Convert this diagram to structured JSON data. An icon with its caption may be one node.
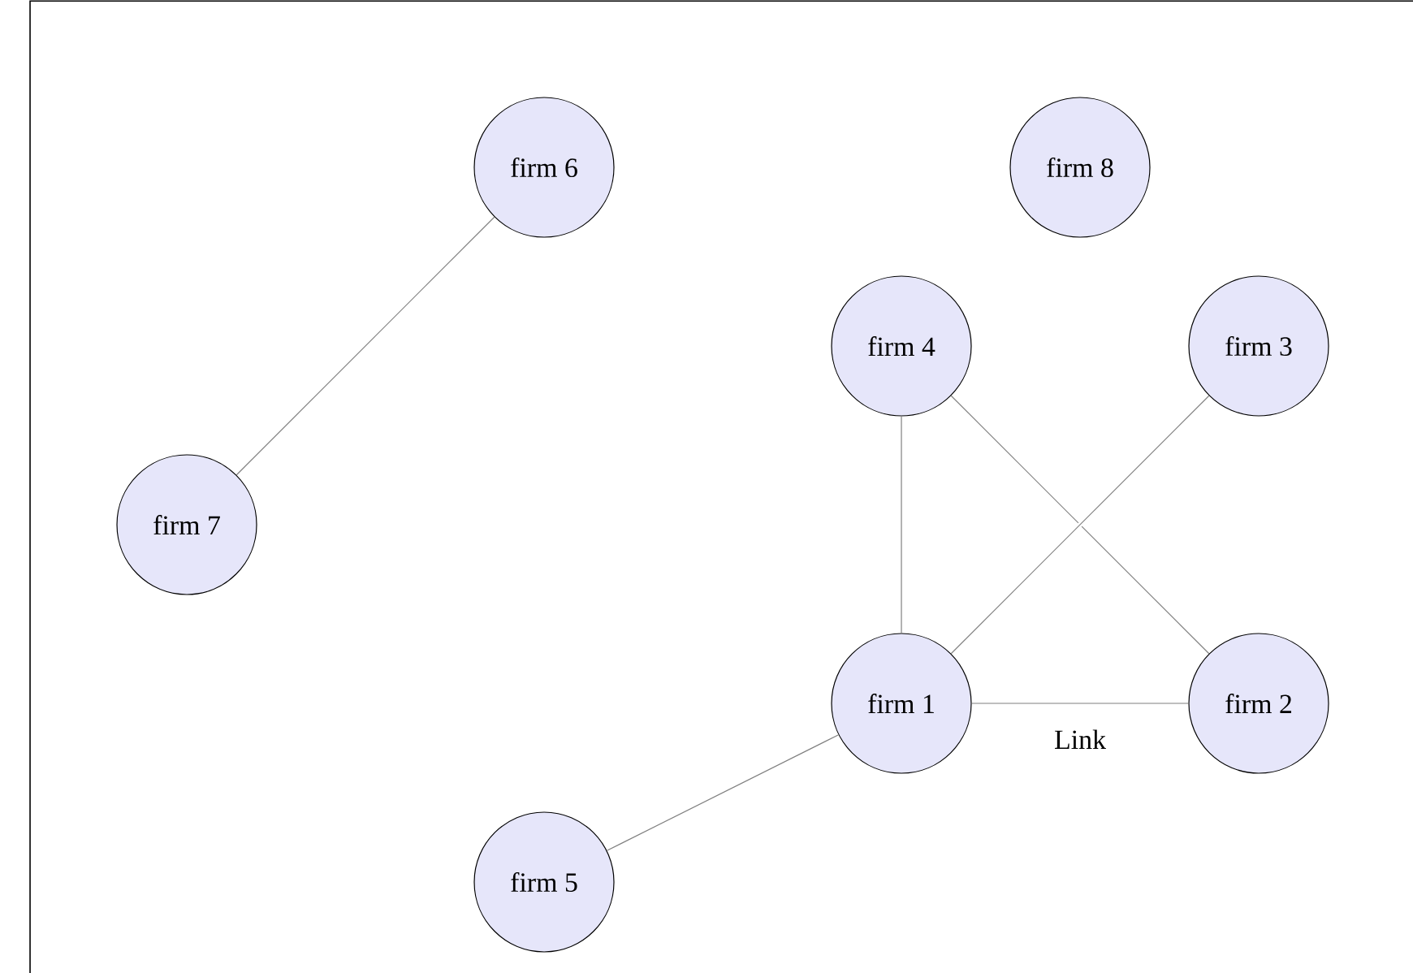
{
  "diagram": {
    "nodes": [
      {
        "text": [
          "firm 6"
        ]
      },
      {
        "text": [
          "firm 8"
        ]
      },
      {
        "text": [
          "firm 4"
        ]
      },
      {
        "text": [
          "firm 3"
        ]
      },
      {
        "text": [
          "firm 7"
        ]
      },
      {
        "text": [
          "firm 1"
        ]
      },
      {
        "text": [
          "firm 2"
        ]
      },
      {
        "text": [
          "firm 5"
        ]
      }
    ],
    "edges": [
      {
        "from": 0,
        "to": 4,
        "arrow": "none"
      },
      {
        "from": 2,
        "to": 5,
        "arrow": "none"
      },
      {
        "from": 2,
        "to": 6,
        "arrow": "none"
      },
      {
        "from": 3,
        "to": 5,
        "arrow": "none"
      },
      {
        "from": 5,
        "to": 6,
        "arrow": "none",
        "label": "Link"
      },
      {
        "from": 5,
        "to": 7,
        "arrow": "none"
      }
    ]
  }
}
